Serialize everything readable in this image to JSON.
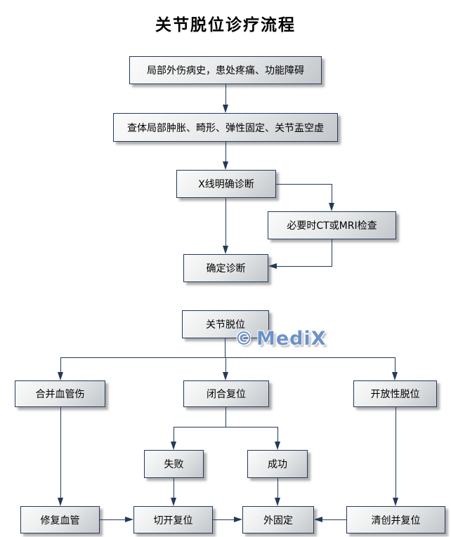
{
  "title": "关节脱位诊疗流程",
  "watermark": {
    "symbol": "©",
    "text": "MediX"
  },
  "colors": {
    "line": "#24395B",
    "box_border": "#24395B",
    "box_fill_light": "#fbfbfb",
    "box_fill_dark": "#c3c7cb",
    "watermark_blue": "#6c92c8"
  },
  "nodes": {
    "history": {
      "label": "局部外伤病史，患处疼痛、功能障碍"
    },
    "exam": {
      "label": "查体局部肿胀、畸形、弹性固定、关节盂空虚"
    },
    "xray": {
      "label": "X线明确诊断"
    },
    "ctmri": {
      "label": "必要时CT或MRI检查"
    },
    "confirm": {
      "label": "确定诊断"
    },
    "dislocation": {
      "label": "关节脱位"
    },
    "vascular": {
      "label": "合并血管伤"
    },
    "closed": {
      "label": "闭合复位"
    },
    "open": {
      "label": "开放性脱位"
    },
    "fail": {
      "label": "失败"
    },
    "success": {
      "label": "成功"
    },
    "repair": {
      "label": "修复血管"
    },
    "open_reduction": {
      "label": "切开复位"
    },
    "external_fixation": {
      "label": "外固定"
    },
    "debridement": {
      "label": "清创并复位"
    }
  }
}
